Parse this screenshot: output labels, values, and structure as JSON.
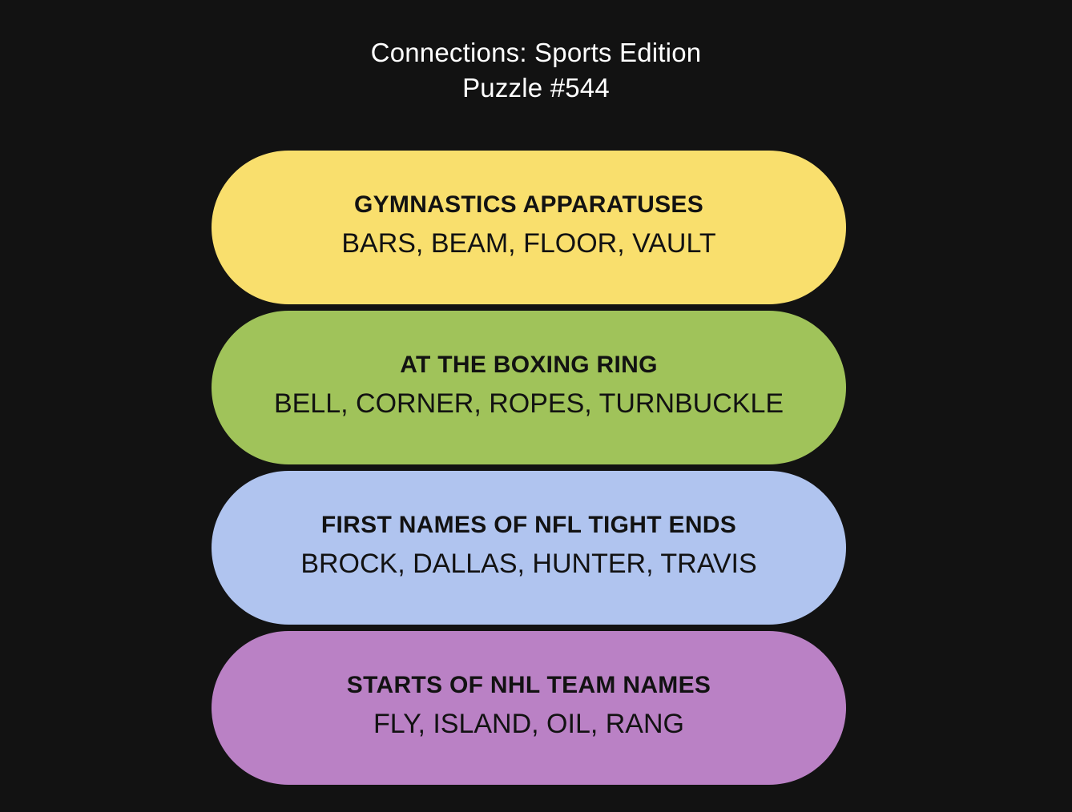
{
  "header": {
    "title": "Connections: Sports Edition",
    "subtitle": "Puzzle #544"
  },
  "groups": [
    {
      "title": "GYMNASTICS APPARATUSES",
      "members": "BARS, BEAM, FLOOR, VAULT",
      "color": "#F9DF6D"
    },
    {
      "title": "AT THE BOXING RING",
      "members": "BELL, CORNER, ROPES, TURNBUCKLE",
      "color": "#A0C35A"
    },
    {
      "title": "FIRST NAMES OF NFL TIGHT ENDS",
      "members": "BROCK, DALLAS, HUNTER, TRAVIS",
      "color": "#B0C4EF"
    },
    {
      "title": "STARTS OF NHL TEAM NAMES",
      "members": "FLY, ISLAND, OIL, RANG",
      "color": "#BA81C5"
    }
  ]
}
